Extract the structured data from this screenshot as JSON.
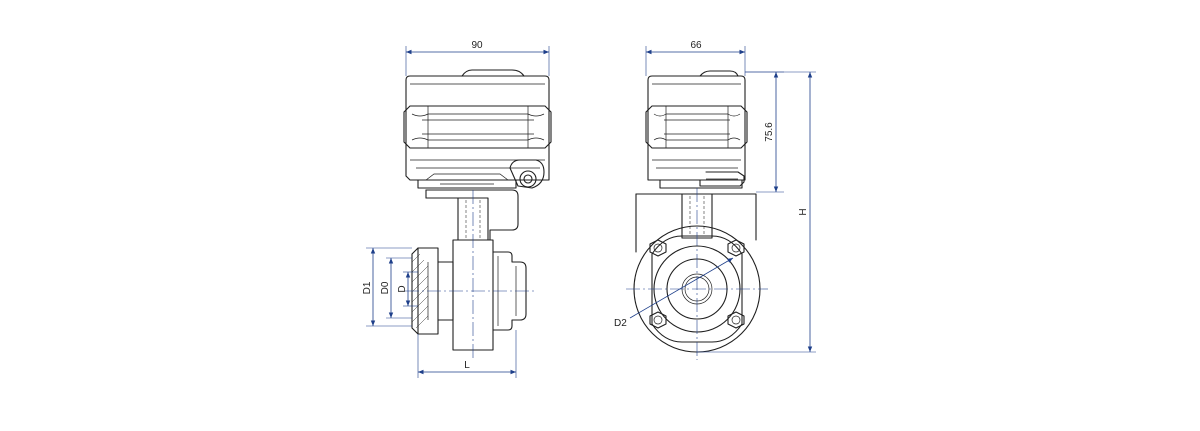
{
  "dimensions": {
    "front_width": "90",
    "side_width": "66",
    "actuator_height": "75.6",
    "total_height": "H",
    "length": "L",
    "outer_diameter": "D1",
    "flange_diameter": "D0",
    "bore_diameter": "D",
    "bolt_circle_diameter": "D2"
  },
  "colors": {
    "line": "#1f1f1f",
    "dimension": "#1e3f8a",
    "background": "#ffffff"
  }
}
